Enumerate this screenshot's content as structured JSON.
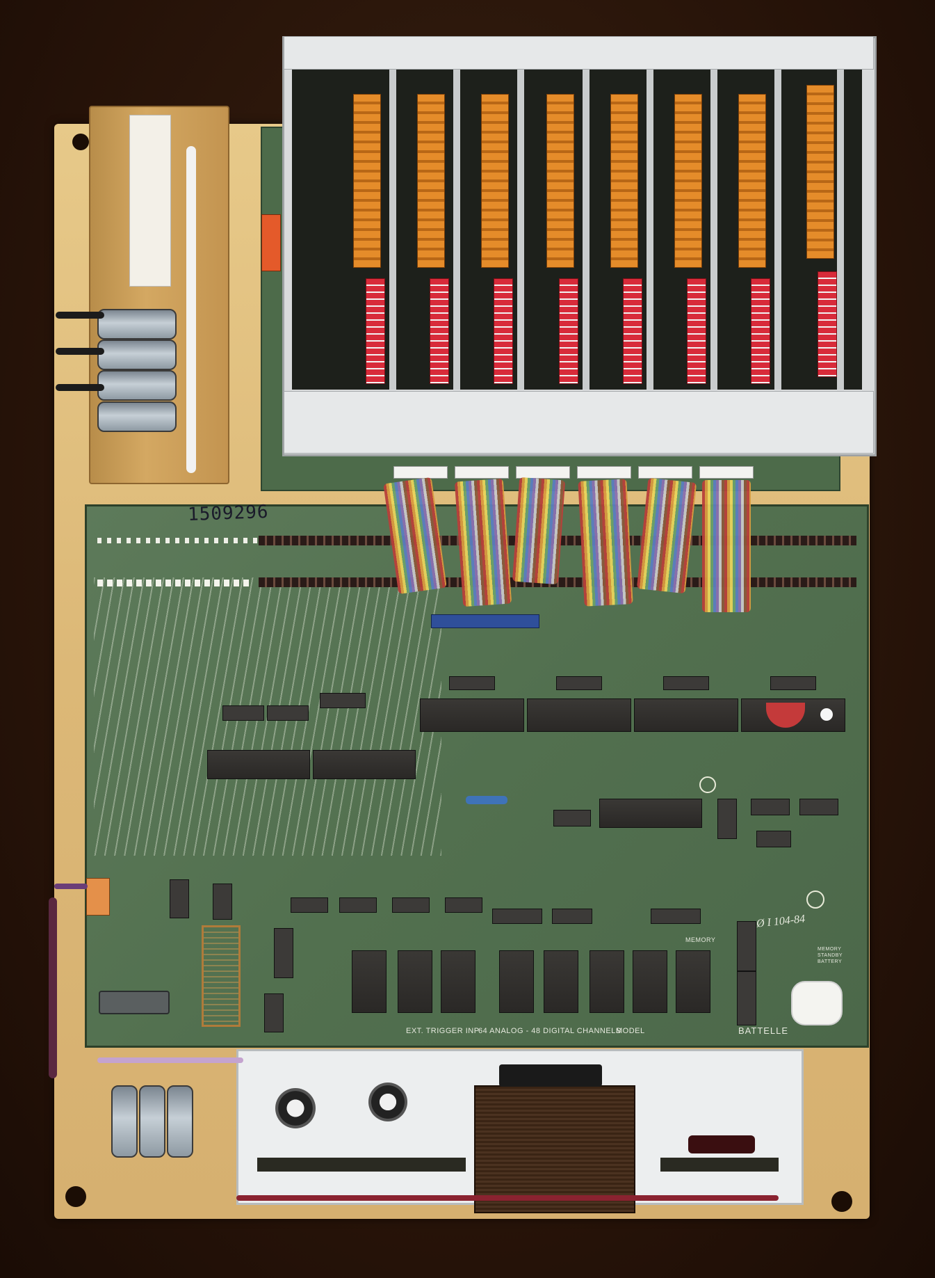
{
  "photo": {
    "handwritten_number": "1509296",
    "board_silkscreen": {
      "brand": "BATTELLE",
      "left_label": "EXT. TRIGGER INP",
      "channels_label": "64 ANALOG - 48 DIGITAL CHANNELS",
      "model_label": "MODEL",
      "memory_label": "MEMORY",
      "standby_label": "MEMORY STANDBY BATTERY"
    },
    "initials": "Ø I 104-84"
  }
}
